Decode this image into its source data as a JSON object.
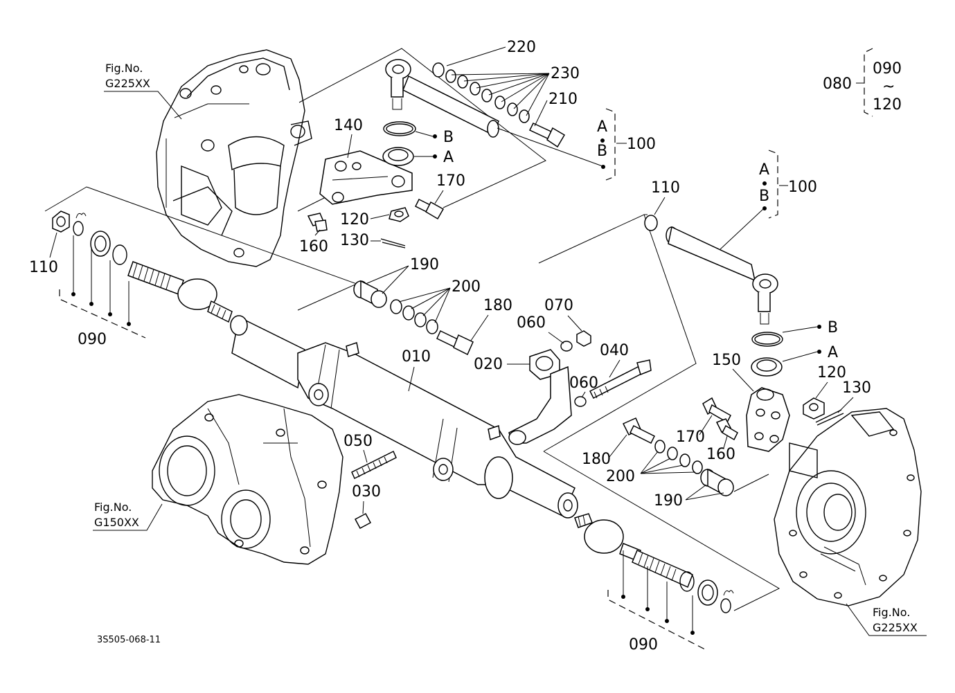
{
  "figure_code": "3S505-068-11",
  "fig_refs": [
    {
      "line1": "Fig.No.",
      "line2": "G225XX"
    },
    {
      "line1": "Fig.No.",
      "line2": "G150XX"
    },
    {
      "line1": "Fig.No.",
      "line2": "G225XX"
    }
  ],
  "legend": {
    "parent": "080",
    "first": "090",
    "tilde": "~",
    "last": "120"
  },
  "labels": {
    "p220": "220",
    "p230": "230",
    "p210": "210",
    "p140": "140",
    "p170a": "170",
    "p120a": "120",
    "p130a": "130",
    "p160a": "160",
    "p110a": "110",
    "p090a": "090",
    "p190a": "190",
    "p200a": "200",
    "p180a": "180",
    "p010": "010",
    "p020": "020",
    "p060a": "060",
    "p070": "070",
    "p040": "040",
    "p060b": "060",
    "p050": "050",
    "p030": "030",
    "p110b": "110",
    "p150": "150",
    "p120b": "120",
    "p130b": "130",
    "p170b": "170",
    "p160b": "160",
    "p180b": "180",
    "p200b": "200",
    "p190b": "190",
    "p090b": "090"
  },
  "refs": {
    "b1": "B",
    "a1": "A",
    "b2": "B",
    "a2": "A",
    "ab1_a": "A",
    "ab1_b": "B",
    "ab1_num": "100",
    "ab2_a": "A",
    "ab2_b": "B",
    "ab2_num": "100"
  }
}
